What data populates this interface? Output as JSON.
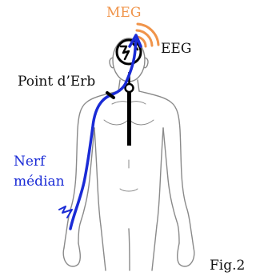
{
  "labels": {
    "meg": "MEG",
    "eeg": "EEG",
    "erb": "Point d’Erb",
    "nerf_line1": "Nerf",
    "nerf_line2": "médian",
    "fig": "Fig.2"
  },
  "colors": {
    "meg": "#f0944a",
    "nerve": "#1a2bd6",
    "body_outline": "#8a8a8a",
    "text": "#111111",
    "probe": "#000000"
  },
  "icons": {
    "meg_signal": "wifi-arcs-icon",
    "eeg_electrode": "lightning-bolt-icon",
    "stimulus": "lightning-bolt-icon"
  }
}
